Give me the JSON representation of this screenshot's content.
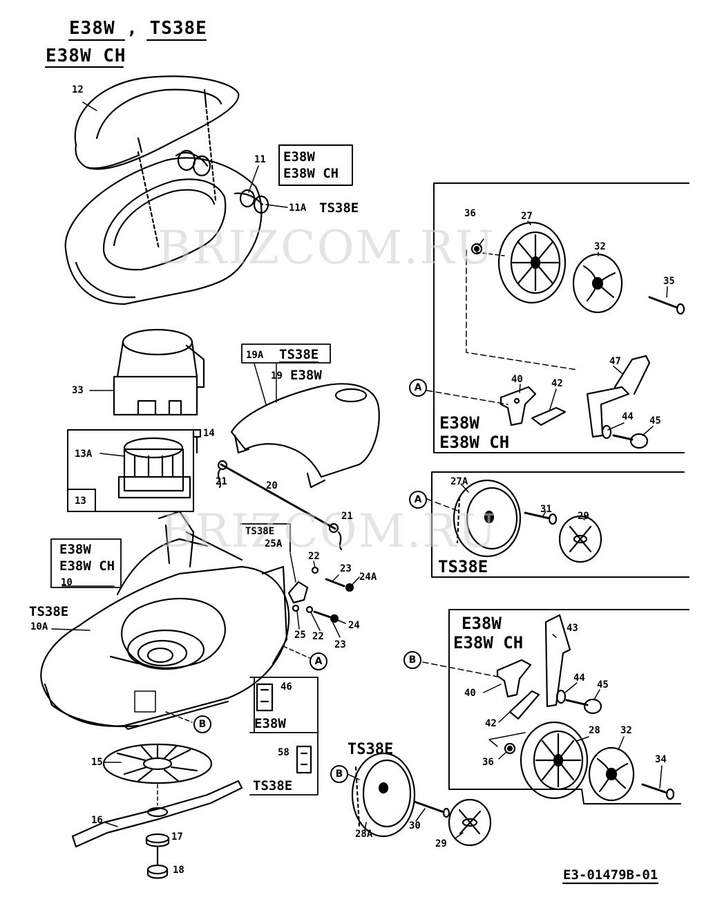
{
  "header": {
    "title_line1": "E38W  ,  TS38E",
    "title_line2": "E38W CH"
  },
  "watermark": {
    "text": "BRIZCOM.RU"
  },
  "drawing_number": "E3-01479B-01",
  "variant_boxes": {
    "hood_variants": {
      "line1": "E38W",
      "line2": "E38W CH"
    },
    "hood_ts": "TS38E",
    "handle_box": {
      "line1": "19A",
      "line1b": "TS38E",
      "line2": "19",
      "line2b": "E38W"
    },
    "deck_box": {
      "line1": "E38W",
      "line2": "E38W CH",
      "line3": "10"
    },
    "deck_ts": {
      "line1": "TS38E",
      "line2": "10A"
    },
    "ts38e_box": {
      "line1": "TS38E",
      "line2": "25A"
    },
    "panel_a_top": {
      "line1": "E38W",
      "line2": "E38W CH"
    },
    "panel_a_ts": "TS38E",
    "panel_b": {
      "line1": "E38W",
      "line2": "E38W CH"
    },
    "bracket_box": {
      "e38w": "E38W",
      "ts38e": "TS38E"
    },
    "wheel_b_title": "TS38E"
  },
  "refs": {
    "a": "A",
    "b": "B"
  },
  "part_labels": {
    "p12": "12",
    "p11": "11",
    "p11a": "11A",
    "p33": "33",
    "p13a": "13A",
    "p14": "14",
    "p13": "13",
    "p19a": "19A",
    "p19": "19",
    "p20": "20",
    "p21a": "21",
    "p21b": "21",
    "p22a": "22",
    "p22b": "22",
    "p23a": "23",
    "p23b": "23",
    "p24a": "24A",
    "p24": "24",
    "p25": "25",
    "p46": "46",
    "p58": "58",
    "p15": "15",
    "p16": "16",
    "p17": "17",
    "p18": "18",
    "p36a": "36",
    "p27": "27",
    "p32a": "32",
    "p35": "35",
    "p47": "47",
    "p40a": "40",
    "p42a": "42",
    "p44a": "44",
    "p45a": "45",
    "p27a": "27A",
    "p31": "31",
    "p29a": "29",
    "p43": "43",
    "p40b": "40",
    "p44b": "44",
    "p45b": "45",
    "p42b": "42",
    "p36b": "36",
    "p28": "28",
    "p32b": "32",
    "p34": "34",
    "p28a": "28A",
    "p30": "30",
    "p29b": "29"
  }
}
